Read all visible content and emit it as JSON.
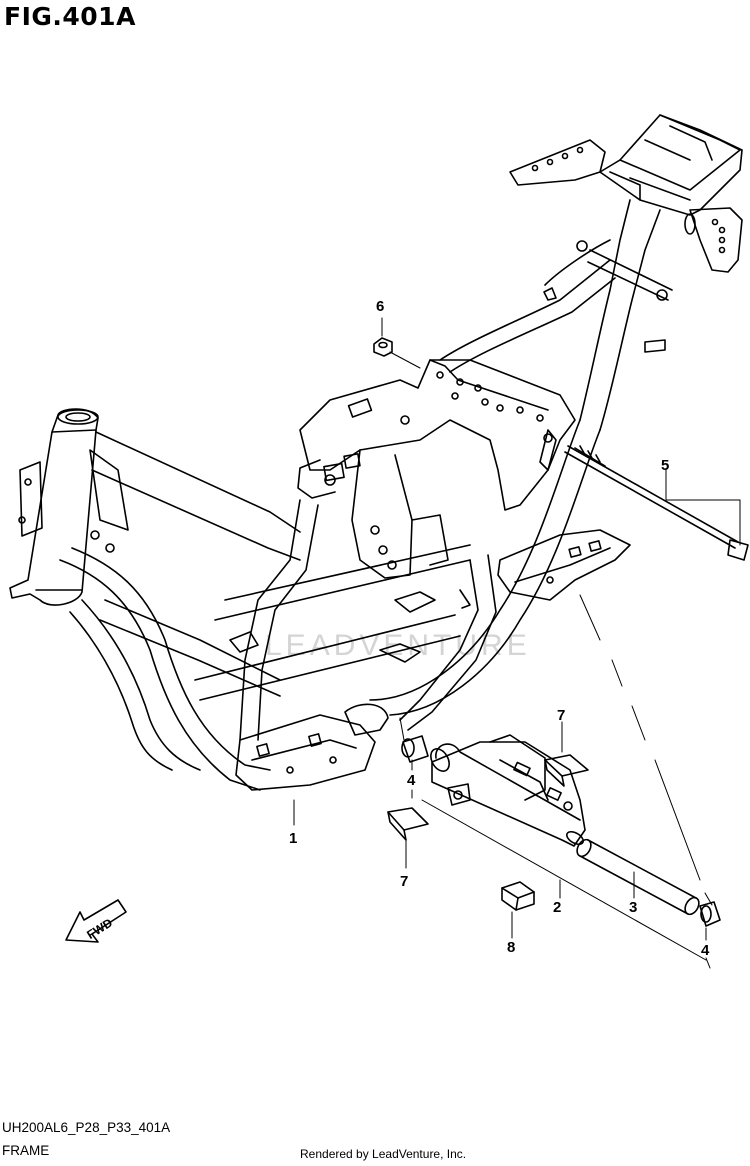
{
  "figure_title": "FIG.401A",
  "model_code": "UH200AL6_P28_P33_401A",
  "section_name": "FRAME",
  "rendered_by": "Rendered by LeadVenture, Inc.",
  "watermark": "LEADVENTURE",
  "fwd_label": "FWD",
  "callouts": {
    "c1": "1",
    "c2": "2",
    "c3": "3",
    "c4a": "4",
    "c4b": "4",
    "c5": "5",
    "c6": "6",
    "c7a": "7",
    "c7b": "7",
    "c8": "8"
  }
}
